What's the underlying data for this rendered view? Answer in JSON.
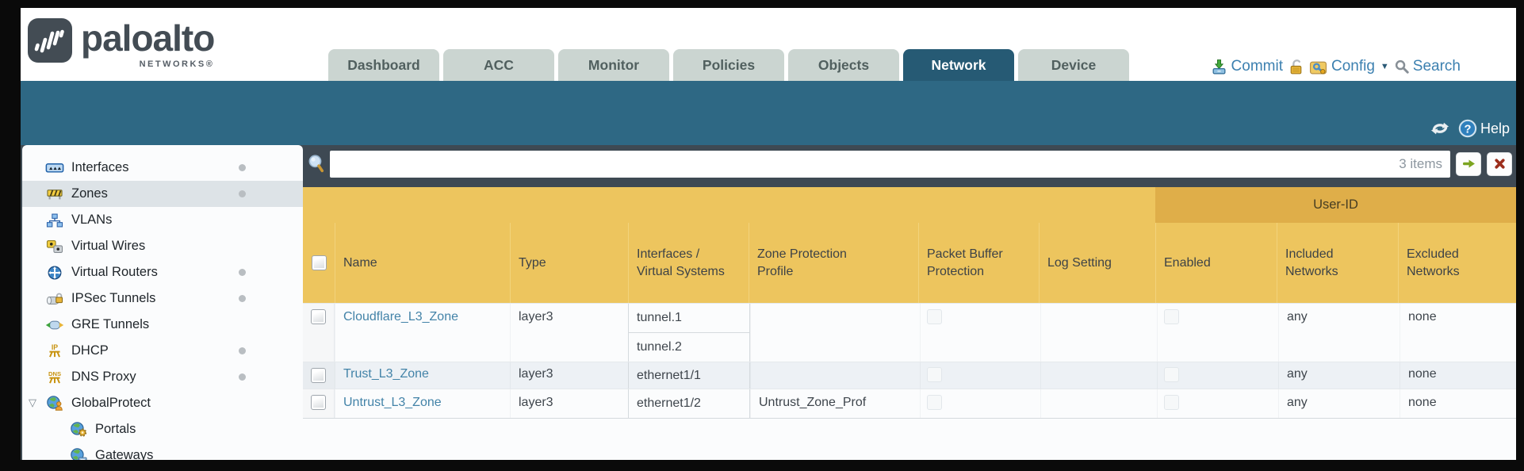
{
  "brand": {
    "name": "paloalto",
    "sub": "NETWORKS®"
  },
  "nav": {
    "tabs": [
      "Dashboard",
      "ACC",
      "Monitor",
      "Policies",
      "Objects",
      "Network",
      "Device"
    ],
    "active_tab": "Network",
    "actions": {
      "commit": "Commit",
      "config": "Config",
      "search": "Search"
    }
  },
  "band": {
    "help": "Help"
  },
  "sidebar": {
    "items": [
      {
        "label": "Interfaces"
      },
      {
        "label": "Zones"
      },
      {
        "label": "VLANs"
      },
      {
        "label": "Virtual Wires"
      },
      {
        "label": "Virtual Routers"
      },
      {
        "label": "IPSec Tunnels"
      },
      {
        "label": "GRE Tunnels"
      },
      {
        "label": "DHCP"
      },
      {
        "label": "DNS Proxy"
      },
      {
        "label": "GlobalProtect"
      },
      {
        "label": "Portals"
      },
      {
        "label": "Gateways"
      }
    ],
    "selected": "Zones"
  },
  "filter": {
    "value": "",
    "count": "3 items"
  },
  "table": {
    "group_header": "User-ID",
    "columns": [
      "Name",
      "Type",
      "Interfaces / Virtual Systems",
      "Zone Protection Profile",
      "Packet Buffer Protection",
      "Log Setting",
      "Enabled",
      "Included Networks",
      "Excluded Networks"
    ],
    "rows": [
      {
        "name": "Cloudflare_L3_Zone",
        "type": "layer3",
        "interfaces": [
          "tunnel.1",
          "tunnel.2"
        ],
        "zone_protection_profile": "",
        "log_setting": "",
        "included_networks": "any",
        "excluded_networks": "none"
      },
      {
        "name": "Trust_L3_Zone",
        "type": "layer3",
        "interfaces": [
          "ethernet1/1"
        ],
        "zone_protection_profile": "",
        "log_setting": "",
        "included_networks": "any",
        "excluded_networks": "none"
      },
      {
        "name": "Untrust_L3_Zone",
        "type": "layer3",
        "interfaces": [
          "ethernet1/2"
        ],
        "zone_protection_profile": "Untrust_Zone_Prof",
        "log_setting": "",
        "included_networks": "any",
        "excluded_networks": "none"
      }
    ]
  },
  "icons": {
    "refresh": "circular-arrows",
    "help": "question-mark-in-circle",
    "commit": "green-download-arrow",
    "lock": "gold-padlock",
    "config": "gold-panel-with-blue-key",
    "search": "magnifier",
    "filter_search": "magnifier",
    "apply": "green-right-arrow",
    "clear": "red-x"
  },
  "colors": {
    "teal_band": "#2e6884",
    "active_tab": "#265a74",
    "tab_bg": "#cbd5d1",
    "header_amber": "#edc55e",
    "userid_band": "#dfae49",
    "slate": "#3e4953",
    "link_blue": "#4383a8",
    "row_alt": "#edf1f5",
    "action_blue": "#3c80b0"
  }
}
